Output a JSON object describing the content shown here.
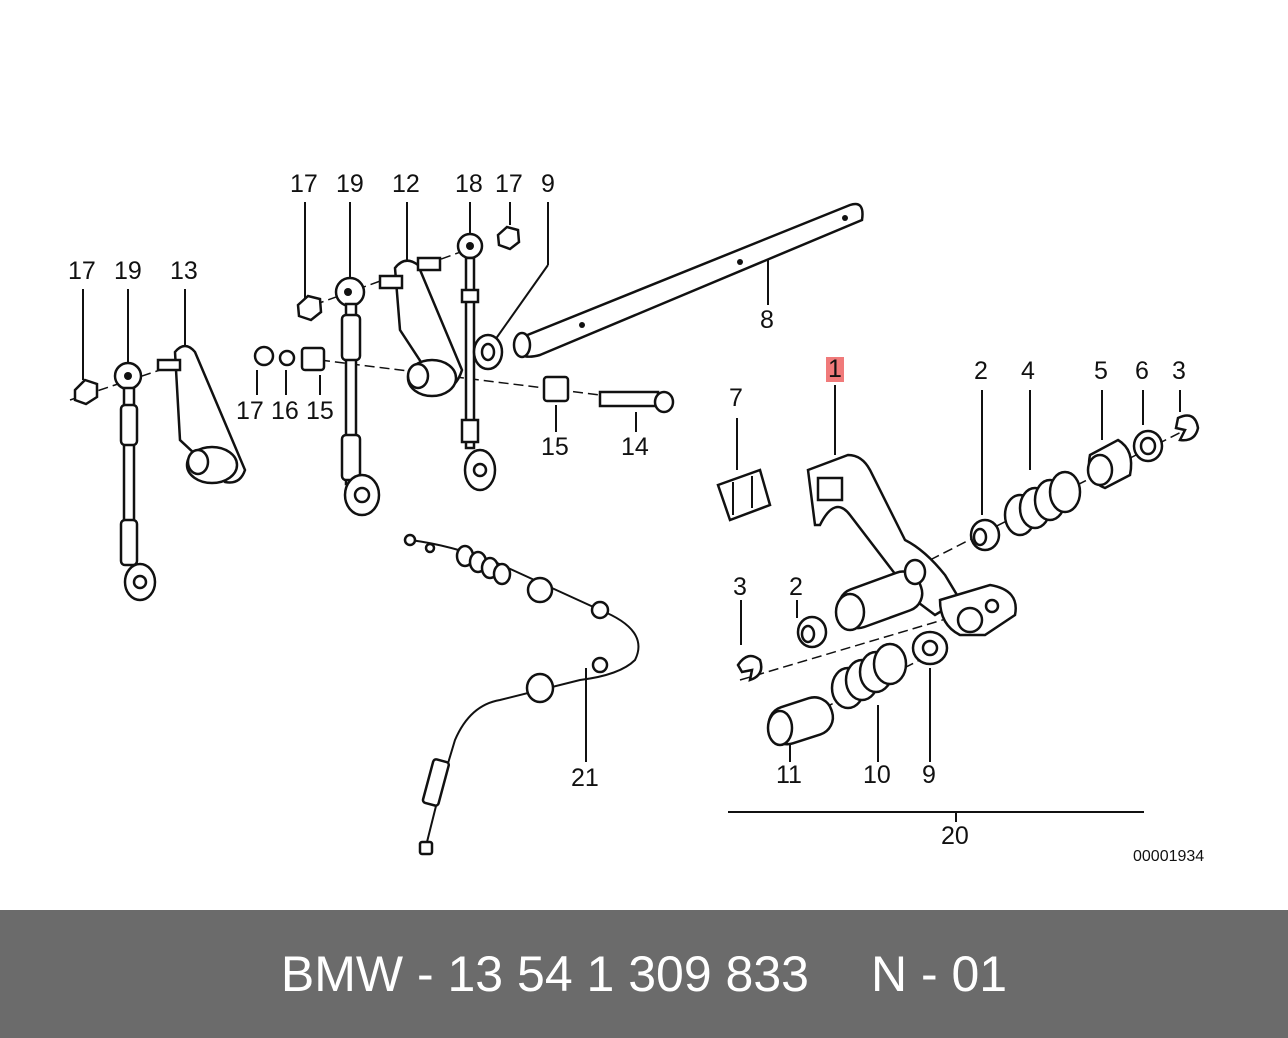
{
  "diagram": {
    "callouts": [
      {
        "text": "17",
        "name": "callout-17-upper"
      },
      {
        "text": "19",
        "name": "callout-19-upper"
      },
      {
        "text": "12",
        "name": "callout-12"
      },
      {
        "text": "18",
        "name": "callout-18"
      },
      {
        "text": "17",
        "name": "callout-17-upper-right"
      },
      {
        "text": "9",
        "name": "callout-9-upper"
      },
      {
        "text": "17",
        "name": "callout-17-left"
      },
      {
        "text": "19",
        "name": "callout-19-left"
      },
      {
        "text": "13",
        "name": "callout-13"
      },
      {
        "text": "8",
        "name": "callout-8"
      },
      {
        "text": "1",
        "name": "callout-1-highlighted"
      },
      {
        "text": "2",
        "name": "callout-2-upper"
      },
      {
        "text": "4",
        "name": "callout-4"
      },
      {
        "text": "5",
        "name": "callout-5"
      },
      {
        "text": "6",
        "name": "callout-6"
      },
      {
        "text": "3",
        "name": "callout-3-upper"
      },
      {
        "text": "7",
        "name": "callout-7"
      },
      {
        "text": "17",
        "name": "callout-17-mid"
      },
      {
        "text": "16",
        "name": "callout-16"
      },
      {
        "text": "15",
        "name": "callout-15-left"
      },
      {
        "text": "15",
        "name": "callout-15-right"
      },
      {
        "text": "14",
        "name": "callout-14"
      },
      {
        "text": "3",
        "name": "callout-3-lower"
      },
      {
        "text": "2",
        "name": "callout-2-lower"
      },
      {
        "text": "21",
        "name": "callout-21"
      },
      {
        "text": "11",
        "name": "callout-11"
      },
      {
        "text": "10",
        "name": "callout-10"
      },
      {
        "text": "9",
        "name": "callout-9-lower"
      },
      {
        "text": "20",
        "name": "callout-20"
      }
    ],
    "drawing_number": "00001934",
    "highlight_color": "#f07a7a"
  },
  "footer": {
    "part_label": "BMW - 13 54 1 309 833",
    "variant_label": "N - 01",
    "background_color": "#6b6b6b"
  }
}
